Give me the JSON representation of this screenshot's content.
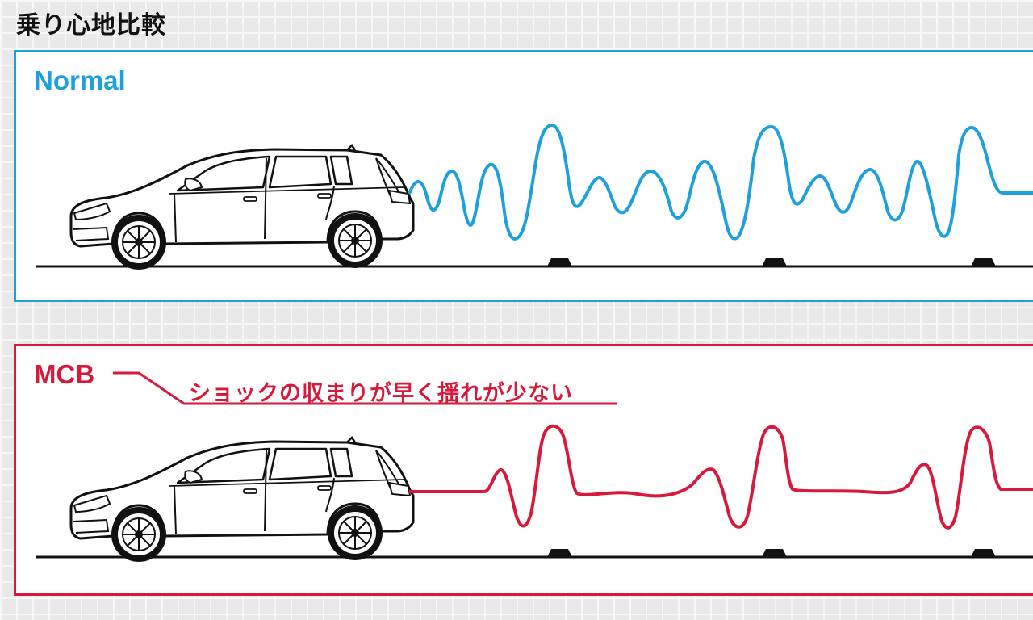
{
  "title": "乗り心地比較",
  "panels": {
    "normal": {
      "label": "Normal",
      "color": "#1ea0dc"
    },
    "mcb": {
      "label": "MCB",
      "color": "#d7193c",
      "annotation": "ショックの収まりが早く揺れが少ない"
    }
  },
  "colors": {
    "ground": "#111111",
    "bump": "#111111"
  },
  "icons": {
    "car": "hatchback-car-icon",
    "bump": "road-bump-icon"
  }
}
